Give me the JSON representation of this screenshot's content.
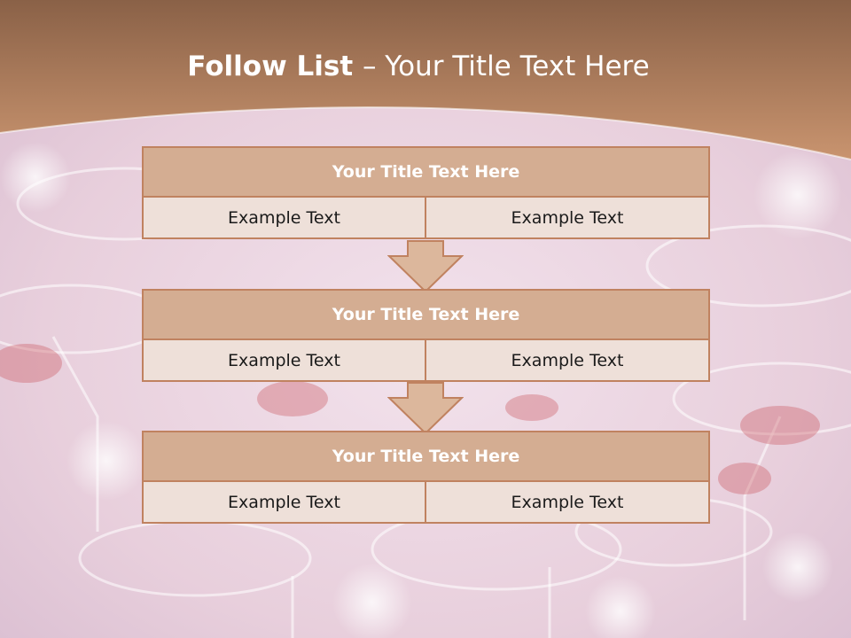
{
  "slide": {
    "title_bold": "Follow List ",
    "title_rest": " – Your Title Text Here",
    "colors": {
      "header_top": "#8a6147",
      "header_bottom": "#c9946f",
      "box_title_fill": "#d4ad92",
      "box_cell_fill": "#eee0d9",
      "box_border": "#c08260",
      "arrow_fill": "#dcb79c"
    }
  },
  "blocks": [
    {
      "title": "Your Title Text Here",
      "left": "Example Text",
      "right": "Example Text"
    },
    {
      "title": "Your Title Text Here",
      "left": "Example Text",
      "right": "Example Text"
    },
    {
      "title": "Your Title Text Here",
      "left": "Example Text",
      "right": "Example Text"
    }
  ]
}
